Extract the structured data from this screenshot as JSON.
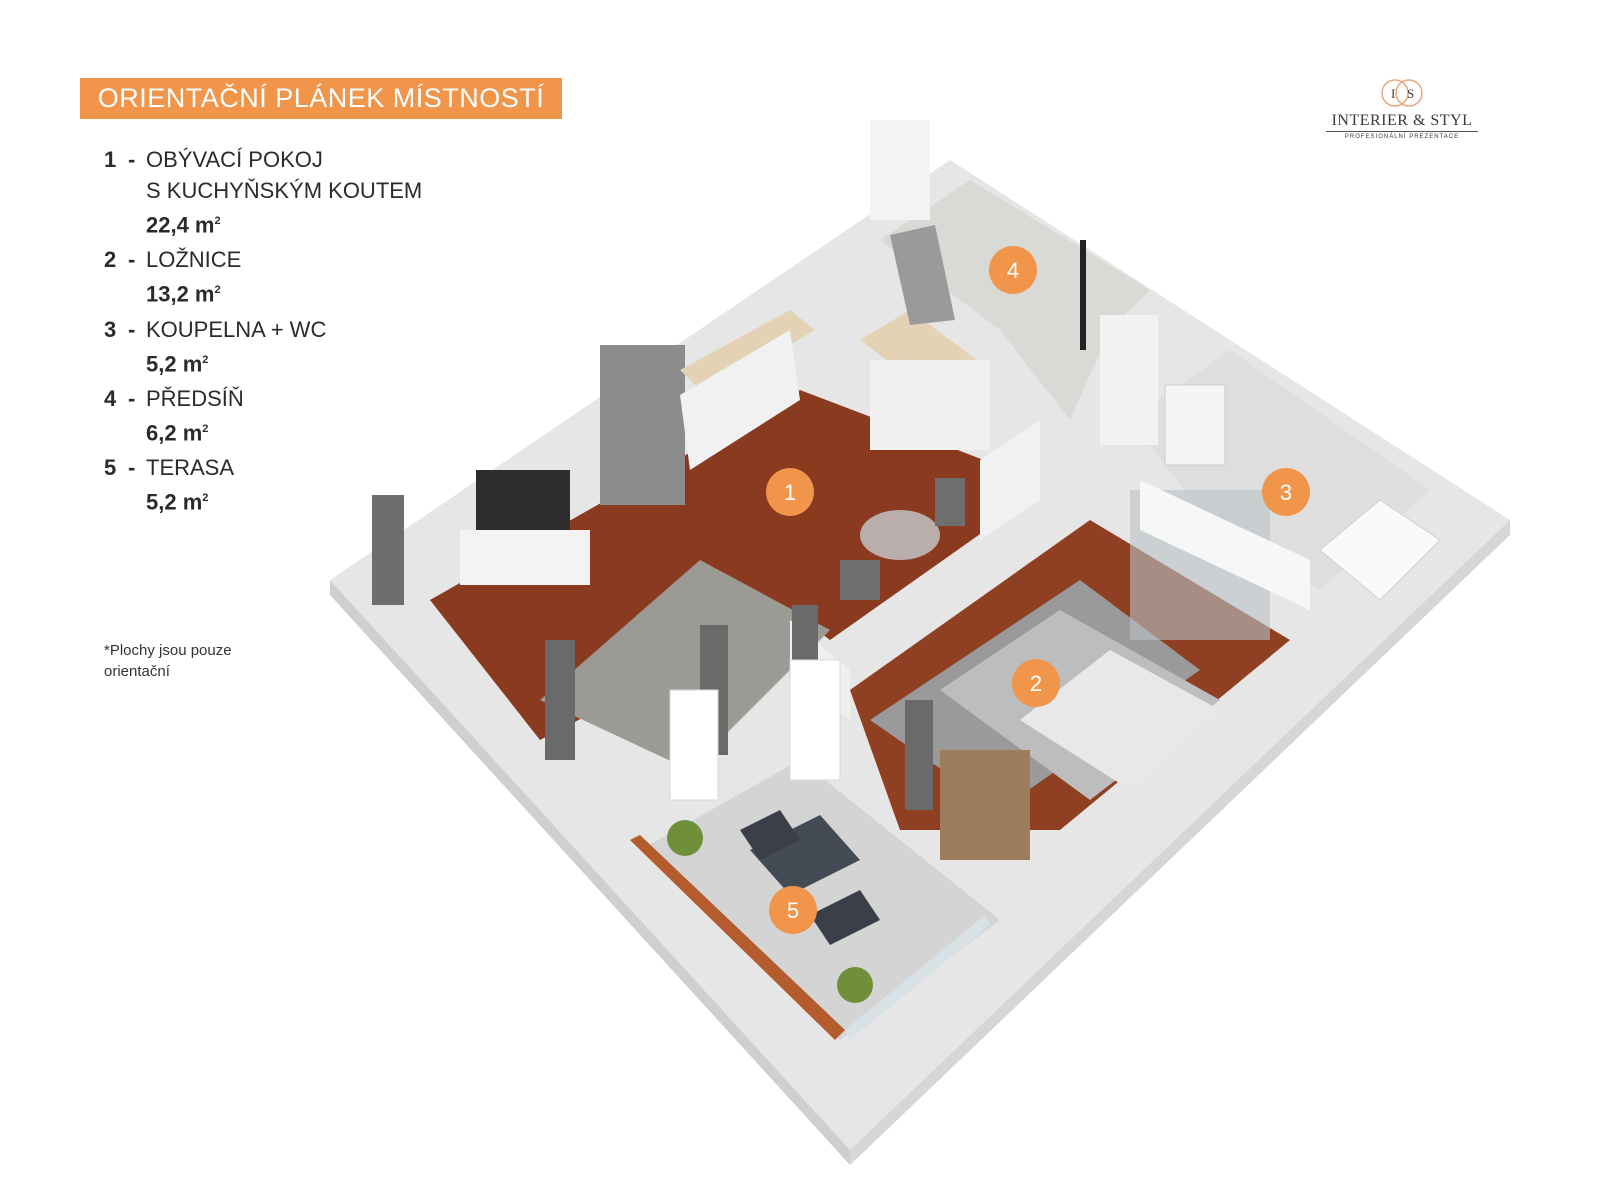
{
  "header": {
    "title": "ORIENTAČNÍ PLÁNEK MÍSTNOSTÍ"
  },
  "logo": {
    "monogram_left": "I",
    "monogram_right": "S",
    "name": "INTERIER & STYL",
    "tagline": "PROFESIONÁLNÍ PREZENTACE",
    "mark_icon": "interlocking-rings-monogram-icon"
  },
  "rooms": [
    {
      "number": "1",
      "dash": "-",
      "name": "OBÝVACÍ POKOJ\nS KUCHYŇSKÝM KOUTEM",
      "area": "22,4 m",
      "unit_sup": "2"
    },
    {
      "number": "2",
      "dash": "-",
      "name": "LOŽNICE",
      "area": "13,2 m",
      "unit_sup": "2"
    },
    {
      "number": "3",
      "dash": "-",
      "name": "KOUPELNA + WC",
      "area": "5,2 m",
      "unit_sup": "2"
    },
    {
      "number": "4",
      "dash": "-",
      "name": "PŘEDSÍŇ",
      "area": "6,2 m",
      "unit_sup": "2"
    },
    {
      "number": "5",
      "dash": "-",
      "name": "TERASA",
      "area": "5,2 m",
      "unit_sup": "2"
    }
  ],
  "note": "*Plochy jsou pouze\norientační",
  "badges": [
    {
      "label": "1"
    },
    {
      "label": "2"
    },
    {
      "label": "3"
    },
    {
      "label": "4"
    },
    {
      "label": "5"
    }
  ],
  "colors": {
    "accent": "#f0954a",
    "floor_wood": "#8a3a1e",
    "wall": "#e4e4e4",
    "tile": "#d8d8d6"
  }
}
